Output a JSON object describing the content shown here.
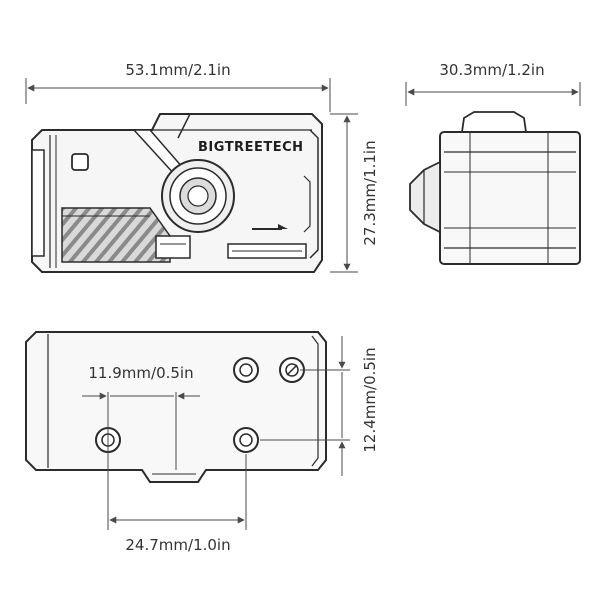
{
  "colors": {
    "line": "#2b2b2b",
    "dim": "#4a4a4a",
    "fill_light": "#f3f3f3",
    "fill_mid": "#bdbdbd",
    "fill_dark": "#7a7a7a"
  },
  "brand": {
    "text": "BIGTREETECH"
  },
  "dimensions": {
    "front_width": "53.1mm/2.1in",
    "side_width": "30.3mm/1.2in",
    "front_height": "27.3mm/1.1in",
    "hole_spacing_small": "11.9mm/0.5in",
    "hole_spacing_vertical": "12.4mm/0.5in",
    "hole_spacing_wide": "24.7mm/1.0in"
  },
  "icons": [
    "arrow-icon",
    "mounting-hole-icon",
    "lens-icon"
  ]
}
